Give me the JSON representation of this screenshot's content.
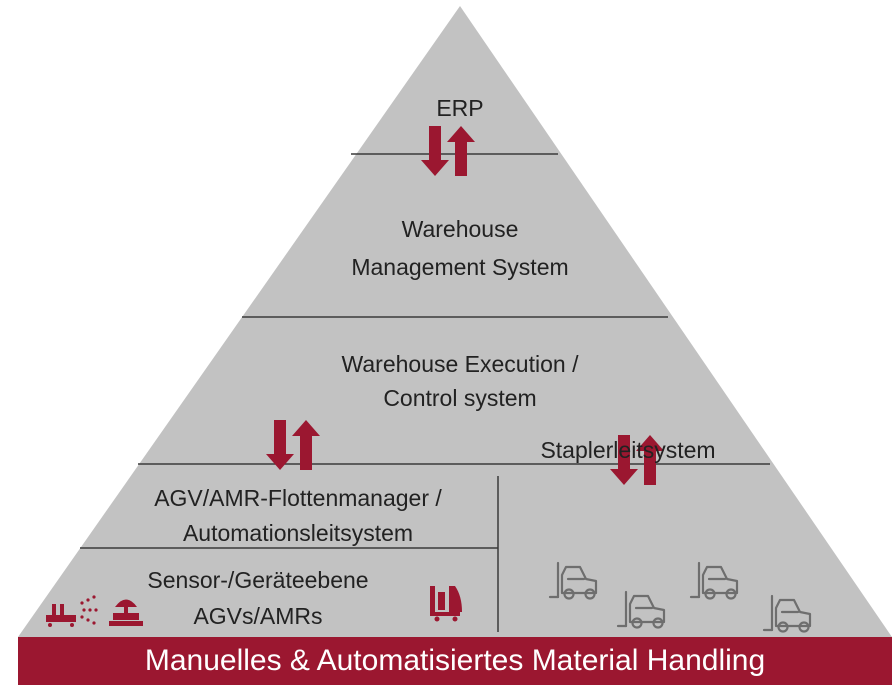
{
  "levels": {
    "erp": "ERP",
    "wms_line1": "Warehouse",
    "wms_line2": "Management System",
    "wes_line1": "Warehouse Execution /",
    "wes_line2": "Control system",
    "stapler": "Staplerleitsystem",
    "fleet_line1": "AGV/AMR-Flottenmanager /",
    "fleet_line2": "Automationsleitsystem",
    "sensor_line1": "Sensor-/Geräteebene",
    "sensor_line2": "AGVs/AMRs"
  },
  "footer": "Manuelles & Automatisiertes Material Handling",
  "colors": {
    "pyramid": "#c2c2c2",
    "accent": "#9b1730",
    "divider": "#3a3a3a",
    "icon_gray": "#6e6e6e",
    "text": "#222222"
  },
  "icons": [
    "bidirectional-arrows-icon",
    "agv-scanner-icon",
    "robot-icon",
    "forklift-robot-icon",
    "forklift-icon"
  ]
}
